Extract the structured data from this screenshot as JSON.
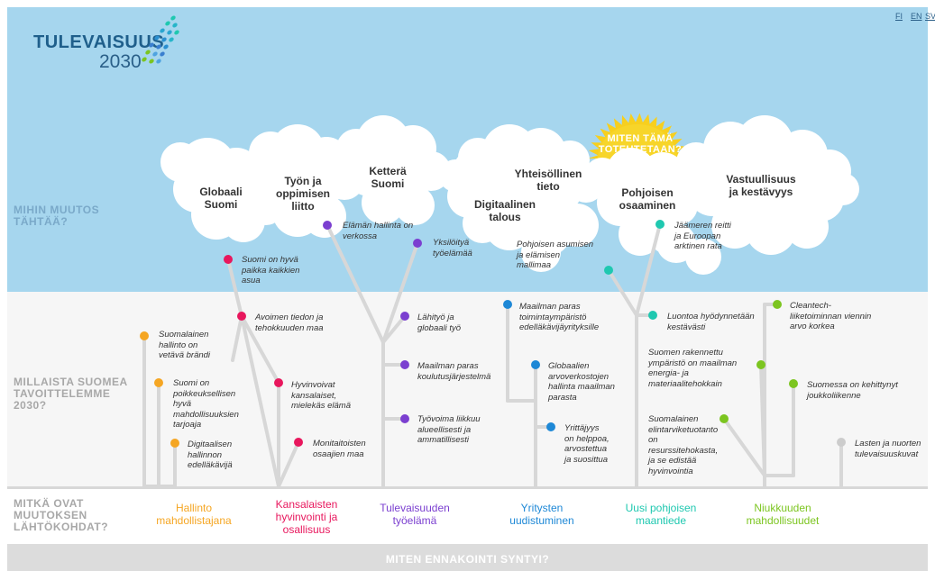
{
  "logo": {
    "title": "TULEVAISUUS",
    "year": "2030"
  },
  "languages": [
    "FI",
    "EN",
    "SV"
  ],
  "section_labels": {
    "top": "MIHIN MUUTOS\nTÄHTÄÄ?",
    "middle": "MILLAISTA SUOMEA\nTAVOITTELEMME\n2030?",
    "bottom": "MITKÄ OVAT\nMUUTOKSEN\nLÄHTÖKOHDAT?"
  },
  "sun": {
    "text": "MITEN TÄMÄ\nTOTEUTETAAN?"
  },
  "clouds": [
    "Globaali\nSuomi",
    "Työn ja\noppimisen\nliitto",
    "Ketterä\nSuomi",
    "Digitaalinen\ntalous",
    "Yhteisöllinen\ntieto",
    "Pohjoisen\nosaaminen",
    "Vastuullisuus\nja kestävyys"
  ],
  "categories": [
    {
      "label": "Hallinto\nmahdollistajana",
      "color": "#f5a623"
    },
    {
      "label": "Kansalaisten\nhyvinvointi ja\nosallisuus",
      "color": "#e8175d"
    },
    {
      "label": "Tulevaisuuden\ntyöelämä",
      "color": "#7b3fd0"
    },
    {
      "label": "Yritysten\nuudistuminen",
      "color": "#1e88d6"
    },
    {
      "label": "Uusi pohjoisen\nmaantiede",
      "color": "#1fc8b0"
    },
    {
      "label": "Niukkuuden\nmahdollisuudet",
      "color": "#7cc520"
    }
  ],
  "items": [
    {
      "text": "Suomalainen\nhallinto on\nvetävä brändi",
      "color": "#f5a623"
    },
    {
      "text": "Suomi on\npoikkeuksellisen\nhyvä\nmahdollisuuksien\ntarjoaja",
      "color": "#f5a623"
    },
    {
      "text": "Digitaalisen\nhallinnon\nedelläkävijä",
      "color": "#f5a623"
    },
    {
      "text": "Suomi on hyvä\npaikka kaikkien\nasua",
      "color": "#e8175d"
    },
    {
      "text": "Avoimen tiedon ja\ntehokkuuden maa",
      "color": "#e8175d"
    },
    {
      "text": "Hyvinvoivat\nkansalaiset,\nmielekäs elämä",
      "color": "#e8175d"
    },
    {
      "text": "Monitaitoisten\nosaajien maa",
      "color": "#e8175d"
    },
    {
      "text": "Elämän hallinta on\nverkossa",
      "color": "#7b3fd0"
    },
    {
      "text": "Yksilöityä\ntyöelämää",
      "color": "#7b3fd0"
    },
    {
      "text": "Lähityö ja\nglobaali työ",
      "color": "#7b3fd0"
    },
    {
      "text": "Maailman paras\nkoulutusjärjestelmä",
      "color": "#7b3fd0"
    },
    {
      "text": "Työvoima liikkuu\nalueellisesti ja\nammatillisesti",
      "color": "#7b3fd0"
    },
    {
      "text": "Maailman paras\ntoimintaympäristö\nedelläkävijäyrityksille",
      "color": "#1e88d6"
    },
    {
      "text": "Globaalien\narvoverkostojen\nhallinta maailman\nparasta",
      "color": "#1e88d6"
    },
    {
      "text": "Yrittäjyys\non helppoa,\narvostettua\nja suosittua",
      "color": "#1e88d6"
    },
    {
      "text": "Pohjoisen asumisen\nja elämisen\nmallimaa",
      "color": "#1fc8b0"
    },
    {
      "text": "Jäämeren reitti\nja Euroopan\narktinen rata",
      "color": "#1fc8b0"
    },
    {
      "text": "Luontoa hyödynnetään\nkestävästi",
      "color": "#1fc8b0"
    },
    {
      "text": "Suomen rakennettu\nympäristö on maailman\nenergia- ja\nmateriaalitehokkain",
      "color": "#7cc520"
    },
    {
      "text": "Suomalainen\nelintarviketuotanto\non\nresurssitehokasta,\nja se edistää\nhyvinvointia",
      "color": "#7cc520"
    },
    {
      "text": "Cleantech-\nliiketoiminnan viennin\narvo korkea",
      "color": "#7cc520"
    },
    {
      "text": "Suomessa on kehittynyt\njoukkoliikenne",
      "color": "#7cc520"
    },
    {
      "text": "Lasten ja nuorten\ntulevaisuuskuvat",
      "color": "#cccccc"
    }
  ],
  "footer": {
    "text": "MITEN ENNAKOINTI SYNTYI?"
  }
}
